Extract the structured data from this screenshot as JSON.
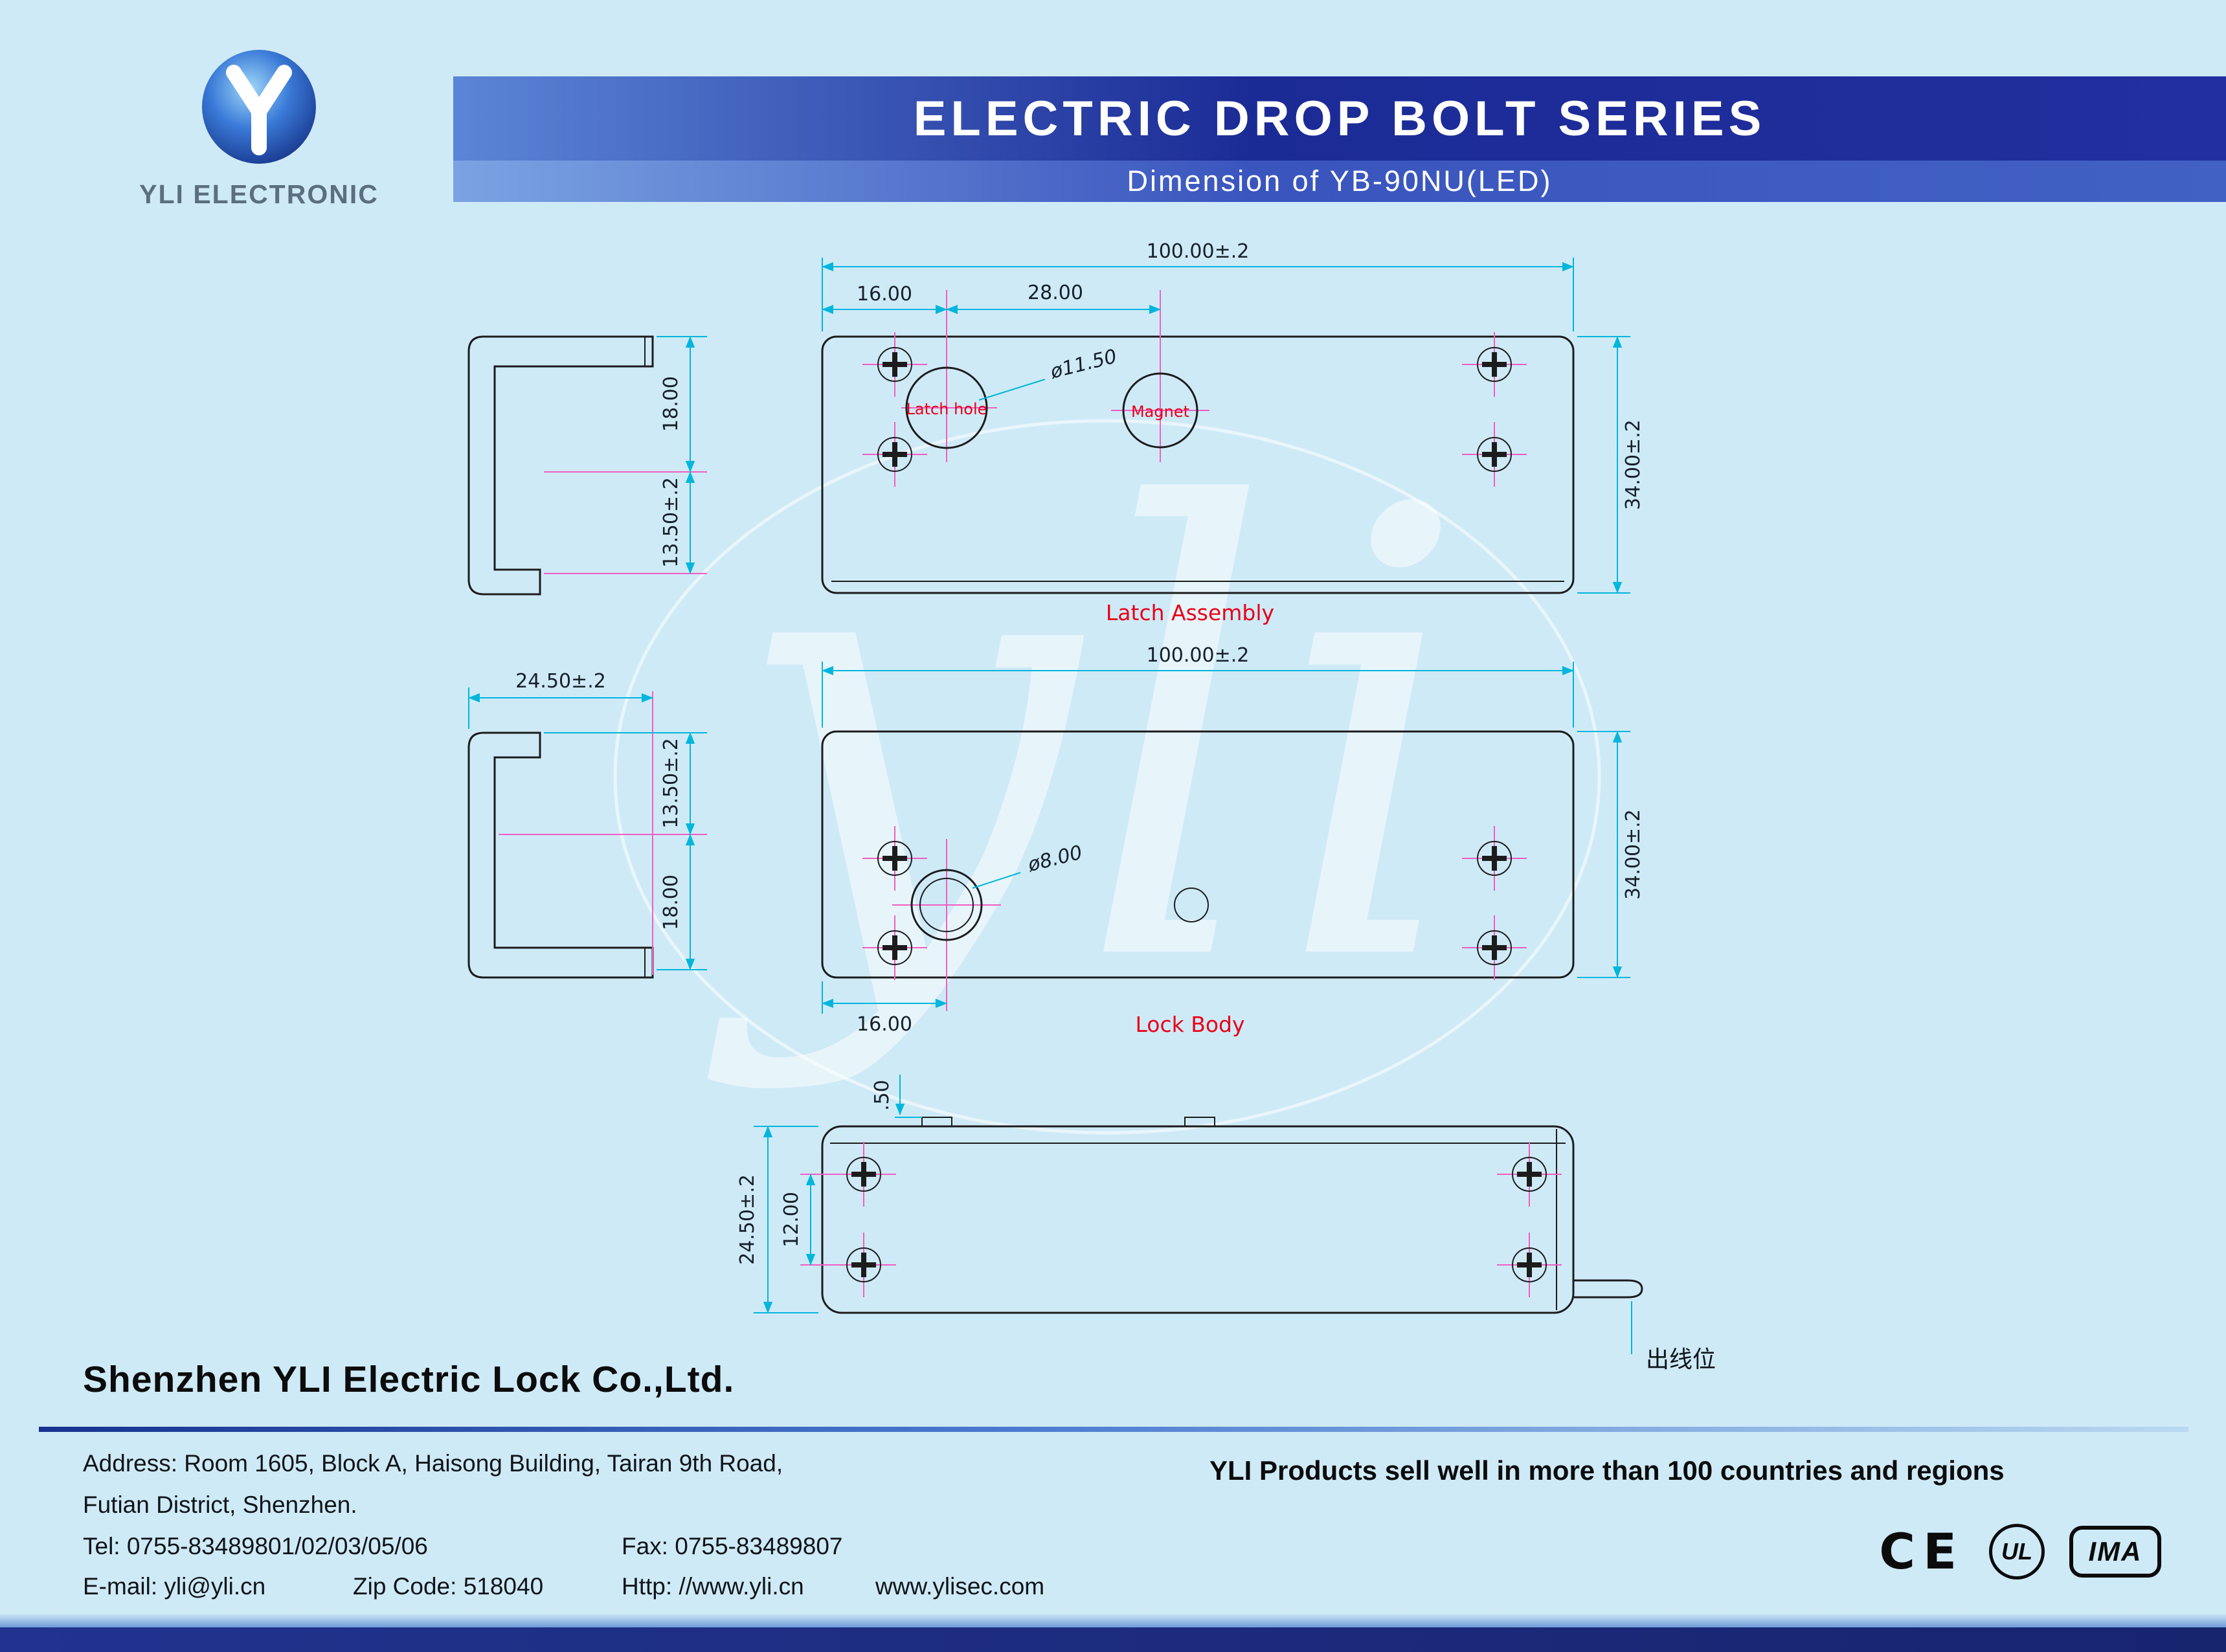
{
  "watermark": {
    "script": "yli"
  },
  "header": {
    "brand": "YLI ELECTRONIC",
    "title": "ELECTRIC DROP BOLT SERIES",
    "subtitle": "Dimension of YB-90NU(LED)"
  },
  "latch_assembly": {
    "caption": "Latch Assembly",
    "hole_label": "Latch hole",
    "magnet_label": "Magnet",
    "dim_overall_width": "100.00±.2",
    "dim_hole_offset": "16.00",
    "dim_hole_to_magnet": "28.00",
    "dim_hole_diameter": "ø11.50",
    "dim_overall_height": "34.00±.2",
    "dim_side_upper": "18.00",
    "dim_side_lower": "13.50±.2"
  },
  "lock_body": {
    "caption": "Lock Body",
    "dim_overall_width": "100.00±.2",
    "dim_overall_height": "34.00±.2",
    "dim_bolt_diameter": "ø8.00",
    "dim_bolt_offset": "16.00",
    "dim_side_width": "24.50±.2",
    "dim_side_upper": "13.50±.2",
    "dim_side_lower": "18.00"
  },
  "bottom_view": {
    "dim_tab": ".50",
    "dim_depth": "24.50±.2",
    "dim_screw_spacing": "12.00",
    "wire_label": "出线位"
  },
  "footer": {
    "company": "Shenzhen YLI Electric Lock Co.,Ltd.",
    "address1": "Address: Room 1605, Block A, Haisong Building, Tairan 9th Road,",
    "address2": "Futian District, Shenzhen.",
    "tel": "Tel: 0755-83489801/02/03/05/06",
    "fax": "Fax: 0755-83489807",
    "email": "E-mail: yli@yli.cn",
    "zip": "Zip Code: 518040",
    "http": "Http: //www.yli.cn",
    "web": "www.ylisec.com",
    "slogan": "YLI Products sell well in more than 100 countries and regions",
    "cert_ce": "CE",
    "cert_ul": "UL",
    "cert_ima": "IMA"
  },
  "colors": {
    "background": "#cfeaf7",
    "banner_dark": "#1b2b96",
    "banner_light": "#5b85d6",
    "dimension_line": "#00b6dc",
    "center_line": "#f05ec2",
    "label_red": "#e80016"
  }
}
